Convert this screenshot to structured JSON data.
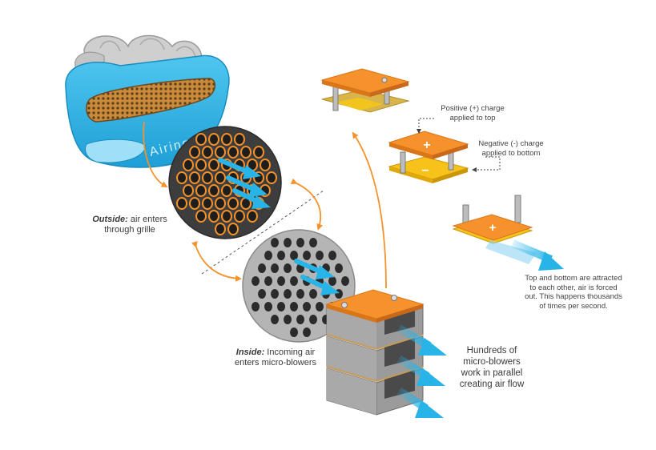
{
  "brand": {
    "logo_text": "Airing"
  },
  "labels": {
    "outside_em": "Outside:",
    "outside_rest": " air enters",
    "outside_line2": "through grille",
    "inside_em": "Inside:",
    "inside_rest": " Incoming air",
    "inside_line2": "enters micro-blowers",
    "hundreds_1": "Hundreds of",
    "hundreds_2": "micro-blowers",
    "hundreds_3": "work in parallel",
    "hundreds_4": "creating air flow",
    "positive_1": "Positive (+) charge",
    "positive_2": "applied to top",
    "negative_1": "Negative (-) charge",
    "negative_2": "applied to bottom",
    "attract_1": "Top and bottom are attracted",
    "attract_2": "to each other, air is forced",
    "attract_3": "out. This happens thousands",
    "attract_4": "of times per second."
  },
  "symbols": {
    "plus": "+",
    "minus": "−"
  },
  "colors": {
    "orange": "#f5922b",
    "orange_dark": "#d9761a",
    "blue": "#29b4e8",
    "light_blue": "#8fd6f2",
    "yellow": "#f7c21a",
    "gray": "#8c8c8c",
    "dark": "#2b2b2b",
    "device_gray": "#c8c8c8"
  }
}
